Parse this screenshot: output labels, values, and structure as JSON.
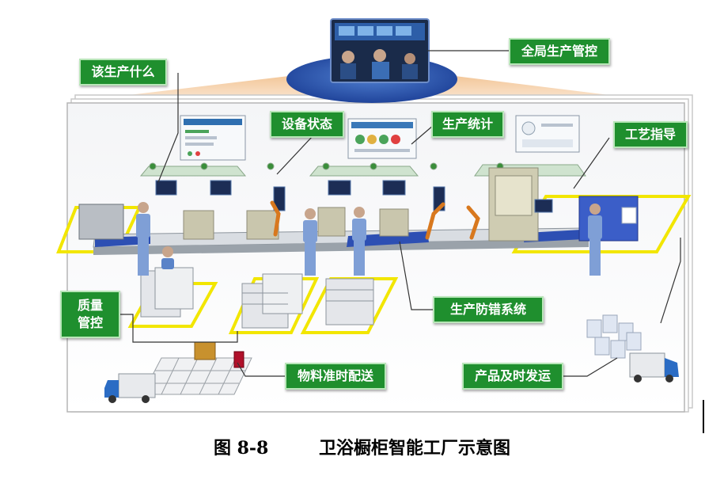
{
  "callouts": {
    "global_control": "全局生产管控",
    "what_to_produce": "该生产什么",
    "equipment_status": "设备状态",
    "production_stats": "生产统计",
    "process_guidance": "工艺指导",
    "quality_control": "质量管控",
    "error_proofing": "生产防错系统",
    "material_delivery": "物料准时配送",
    "timely_shipping": "产品及时发运"
  },
  "caption": {
    "figure_number": "图 8-8",
    "title": "卫浴橱柜智能工厂示意图"
  },
  "colors": {
    "callout_green": "#1f8f2e",
    "zone_yellow": "#f2e600",
    "line_blue": "#2d4fb3",
    "worker_blue": "#7f9fd6",
    "robot_orange": "#d8781e"
  }
}
